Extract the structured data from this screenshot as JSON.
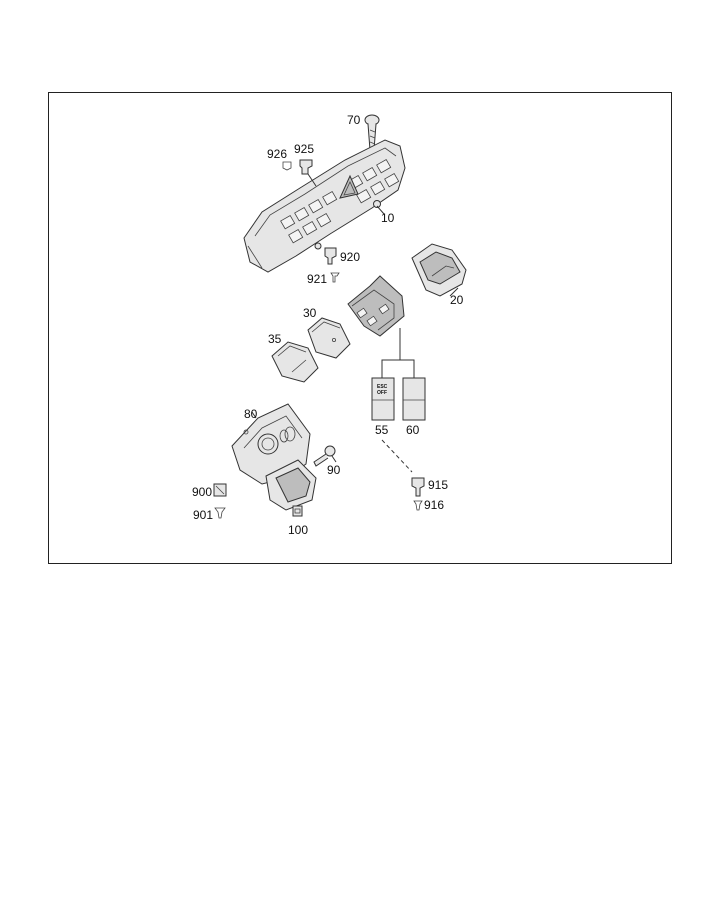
{
  "diagram": {
    "callouts": {
      "p70": "70",
      "p926": "926",
      "p925": "925",
      "p10": "10",
      "p920": "920",
      "p921": "921",
      "p20": "20",
      "p30": "30",
      "p35": "35",
      "p80": "80",
      "p55": "55",
      "p60": "60",
      "p90": "90",
      "p900": "900",
      "p901": "901",
      "p100": "100",
      "p915": "915",
      "p916": "916"
    },
    "switch_text": {
      "line1": "ESC",
      "line2": "OFF"
    }
  }
}
